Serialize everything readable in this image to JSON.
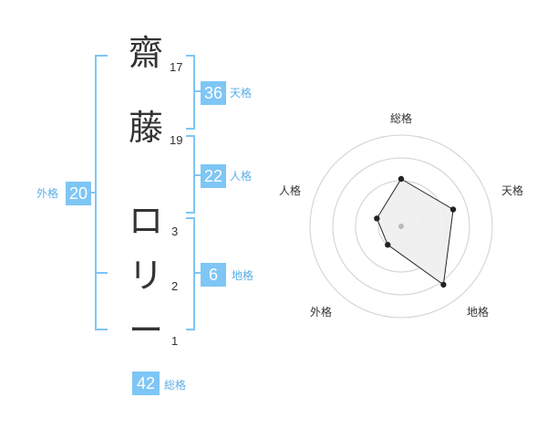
{
  "name": {
    "chars": [
      {
        "char": "齋",
        "strokes": "17"
      },
      {
        "char": "藤",
        "strokes": "19"
      },
      {
        "char": "ロ",
        "strokes": "3"
      },
      {
        "char": "リ",
        "strokes": "2"
      },
      {
        "char": "ー",
        "strokes": "1"
      }
    ]
  },
  "kakusu": {
    "tenkaku": {
      "value": "36",
      "label": "天格"
    },
    "jinkaku": {
      "value": "22",
      "label": "人格"
    },
    "chikaku": {
      "value": "6",
      "label": "地格"
    },
    "gaikaku": {
      "value": "20",
      "label": "外格"
    },
    "soukaku": {
      "value": "42",
      "label": "総格"
    }
  },
  "chart_data": {
    "type": "radar",
    "axes": [
      "総格",
      "天格",
      "地格",
      "外格",
      "人格"
    ],
    "values": [
      0.52,
      0.6,
      0.79,
      0.25,
      0.28
    ],
    "rings": 4,
    "colors": {
      "fill": "#eeeeee",
      "line": "#222222",
      "ring": "#d0d0d0",
      "center": "#bbbbbb"
    }
  },
  "colors": {
    "accent": "#7ec6f5",
    "accent_text": "#5aaee8"
  }
}
